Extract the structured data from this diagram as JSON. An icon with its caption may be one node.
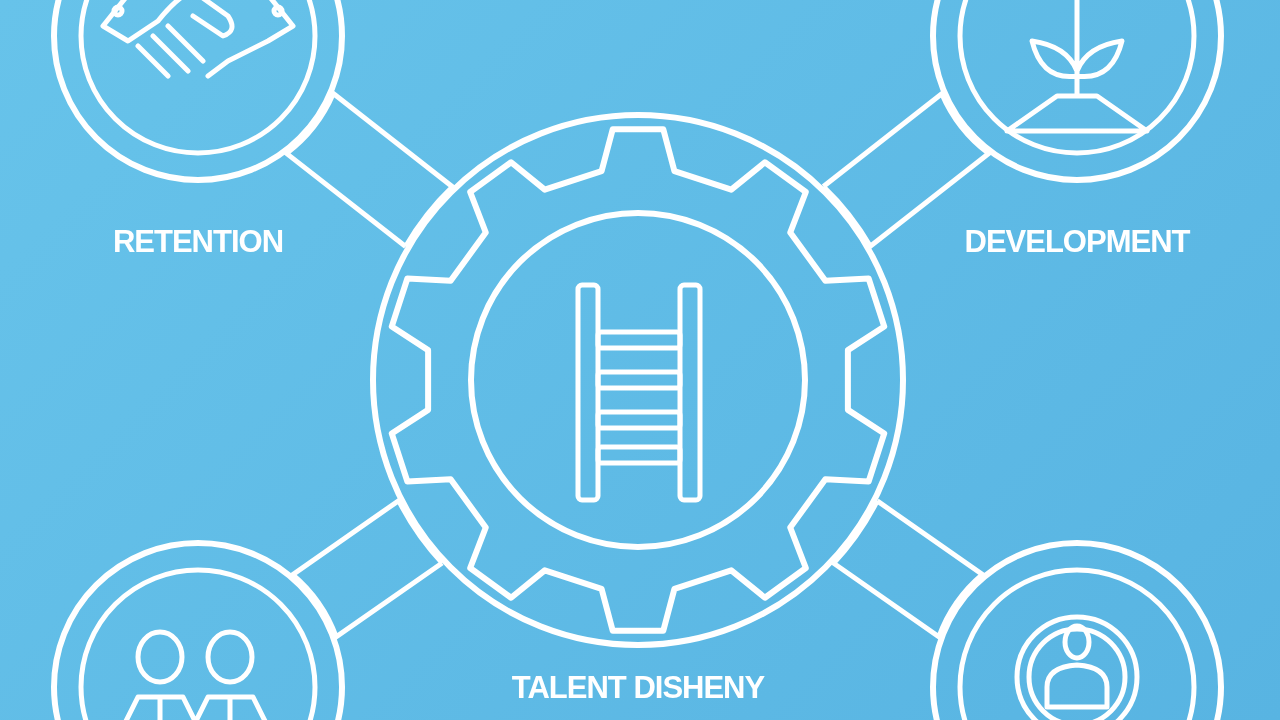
{
  "diagram": {
    "nodes": [
      {
        "text": [
          "RETENTION"
        ]
      },
      {
        "text": [
          "DEVELOPMENT"
        ]
      },
      {
        "text": [
          "TALENT DISHENY"
        ]
      },
      {
        "text": [],
        "shape": "circle"
      },
      {
        "text": [],
        "shape": "circle"
      }
    ],
    "edges": [
      {
        "from": 2,
        "to": 0,
        "arrow": "none"
      },
      {
        "from": 2,
        "to": 1,
        "arrow": "none"
      },
      {
        "from": 2,
        "to": 3,
        "arrow": "none"
      },
      {
        "from": 2,
        "to": 4,
        "arrow": "none"
      }
    ]
  }
}
